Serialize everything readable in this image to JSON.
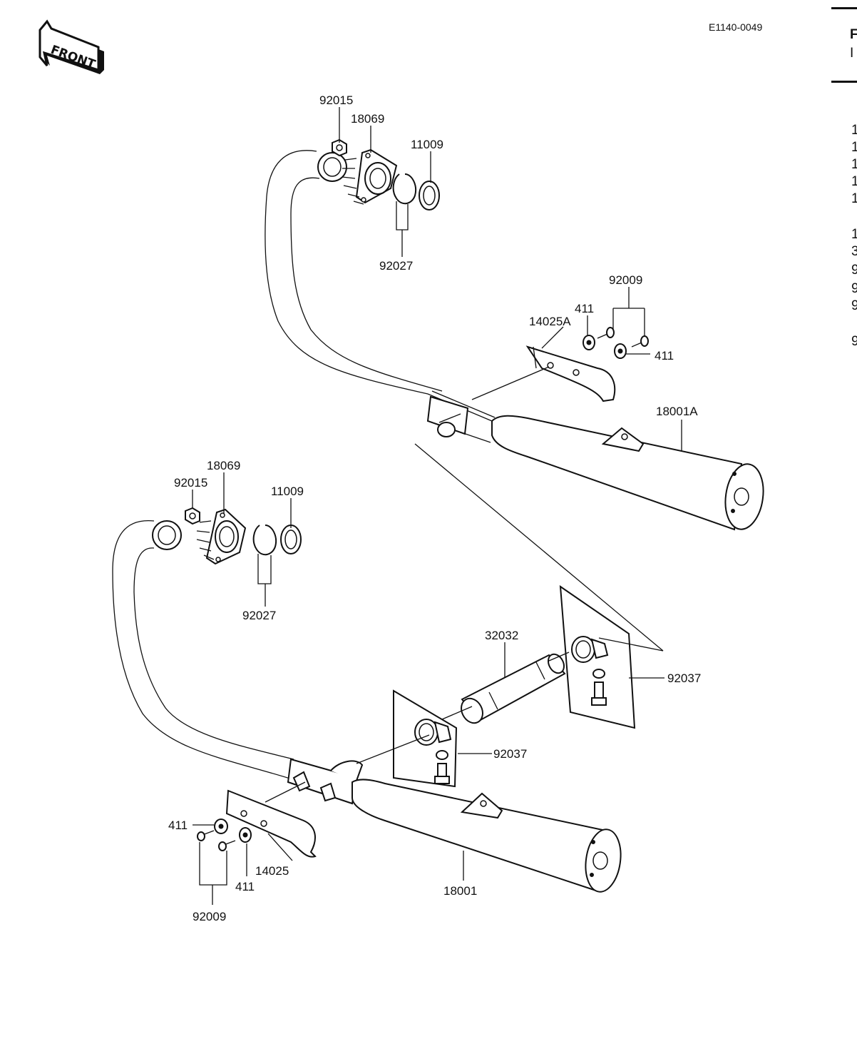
{
  "diagram_code": "E1140-0049",
  "front_badge": "FRONT",
  "upper_assembly": {
    "labels": {
      "nut": "92015",
      "flange": "18069",
      "gasket": "11009",
      "collar": "92027",
      "bolts": "92009",
      "washer_a": "411",
      "washer_b": "411",
      "cover": "14025A",
      "muffler": "18001A"
    }
  },
  "lower_assembly": {
    "labels": {
      "flange": "18069",
      "nut": "92015",
      "gasket": "11009",
      "collar": "92027",
      "pipe": "32032",
      "clamp_right": "92037",
      "clamp_left": "92037",
      "washer_a": "411",
      "washer_b": "411",
      "cover": "14025",
      "bolts": "92009",
      "muffler": "18001"
    }
  },
  "side_column": {
    "header_chars": [
      "F",
      "I"
    ],
    "row_chars": [
      "1",
      "1",
      "1",
      "1",
      "1",
      "1",
      "3",
      "9",
      "9",
      "9",
      "9"
    ]
  }
}
